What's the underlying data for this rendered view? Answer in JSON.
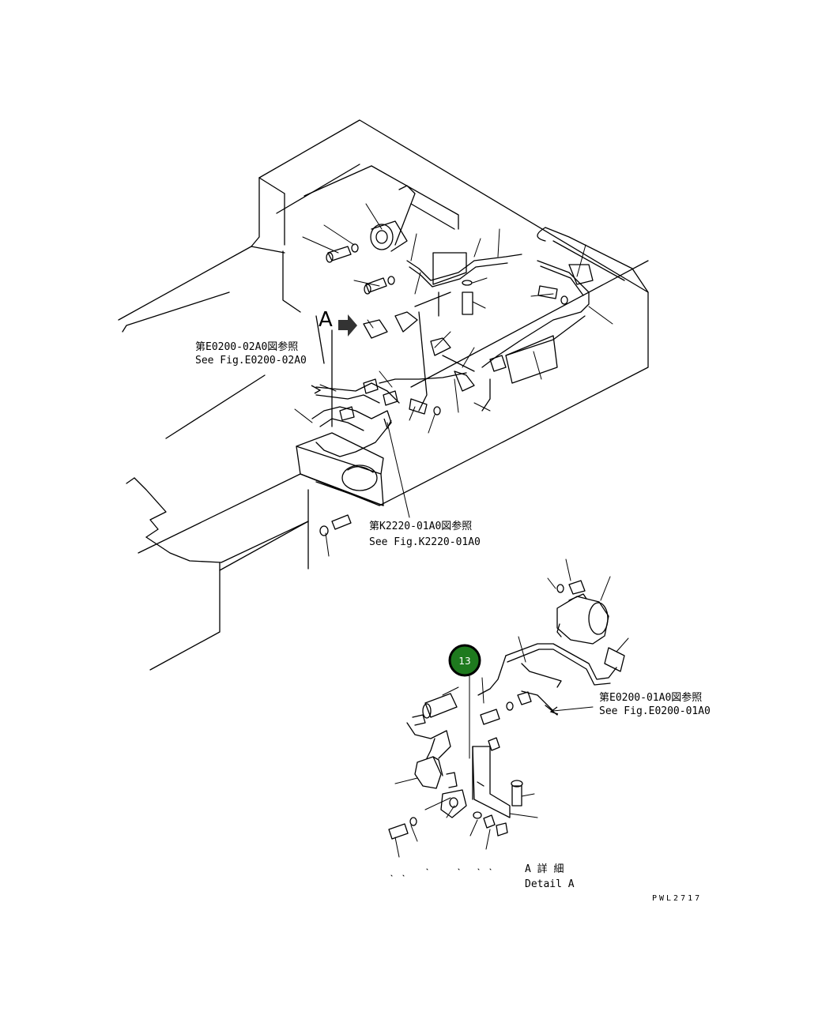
{
  "callouts": {
    "a_letter": "A",
    "ref_e0200_02a0_jp": "第E0200-02A0図参照",
    "ref_e0200_02a0_en": "See Fig.E0200-02A0",
    "ref_k2220_01a0_jp": "第K2220-01A0図参照",
    "ref_k2220_01a0_en": "See Fig.K2220-01A0",
    "ref_e0200_01a0_jp": "第E0200-01A0図参照",
    "ref_e0200_01a0_en": "See Fig.E0200-01A0",
    "detail_a_jp": "A 詳 細",
    "detail_a_en": "Detail A",
    "drawing_code": "PWL2717"
  },
  "markers": [
    {
      "number": "13",
      "color": "#1e7a1e"
    }
  ],
  "colors": {
    "ink": "#000000",
    "marker_fill": "#1e7a1e",
    "marker_ring": "#000000"
  }
}
